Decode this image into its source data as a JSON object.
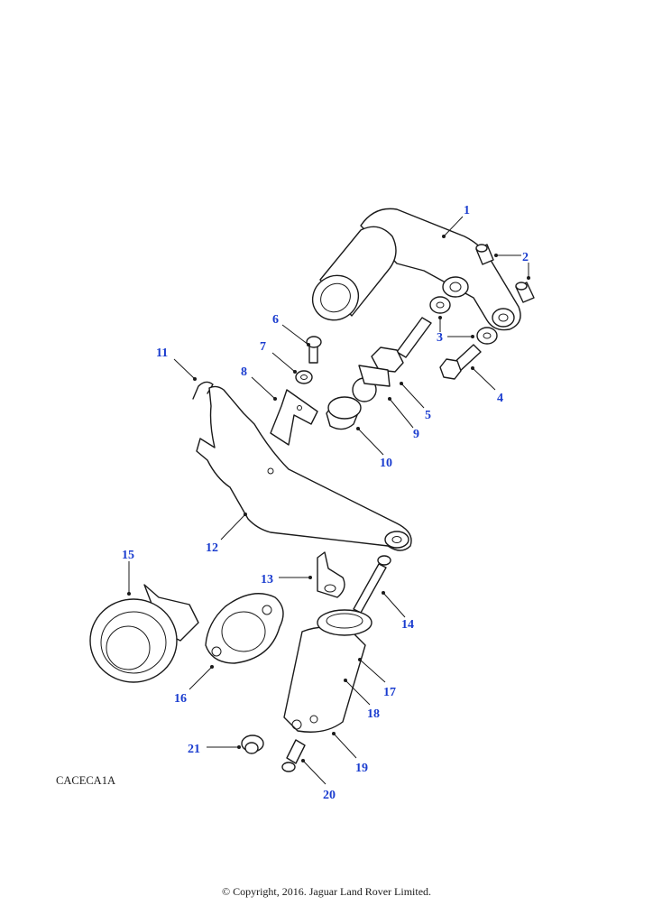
{
  "diagram": {
    "callout_color": "#1a3ccf",
    "reference_code": "CACECA1A",
    "callouts": [
      {
        "number": "1"
      },
      {
        "number": "2"
      },
      {
        "number": "3"
      },
      {
        "number": "4"
      },
      {
        "number": "5"
      },
      {
        "number": "6"
      },
      {
        "number": "7"
      },
      {
        "number": "8"
      },
      {
        "number": "9"
      },
      {
        "number": "10"
      },
      {
        "number": "11"
      },
      {
        "number": "12"
      },
      {
        "number": "13"
      },
      {
        "number": "14"
      },
      {
        "number": "15"
      },
      {
        "number": "16"
      },
      {
        "number": "17"
      },
      {
        "number": "18"
      },
      {
        "number": "19"
      },
      {
        "number": "20"
      },
      {
        "number": "21"
      }
    ]
  },
  "footer": {
    "copyright": "© Copyright, 2016. Jaguar Land Rover Limited."
  }
}
